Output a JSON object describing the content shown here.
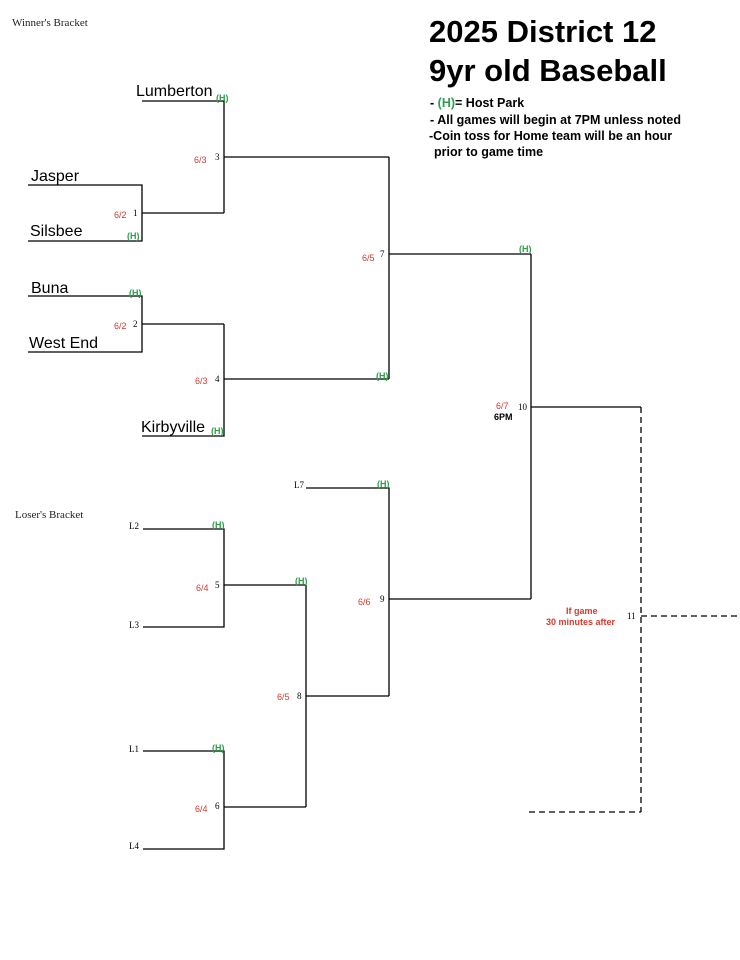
{
  "colors": {
    "host": "#2e9e4a",
    "date": "#d23b2f",
    "line": "#000000",
    "text": "#000000"
  },
  "header": {
    "section_winners": "Winner's Bracket",
    "title_line1": "2025 District 12",
    "title_line2": "9yr old Baseball"
  },
  "legend": {
    "dash1": "-",
    "host_code": "(H)",
    "host_text": "= Host Park",
    "dash2": "-",
    "note_start": "All games will begin at 7PM unless noted",
    "dash3": "-",
    "note_coin_1": "Coin toss for Home team will be an hour",
    "note_coin_2": "prior to game time"
  },
  "teams": {
    "lumberton": "Lumberton",
    "jasper": "Jasper",
    "silsbee": "Silsbee",
    "buna": "Buna",
    "west_end": "West End",
    "kirbyville": "Kirbyville"
  },
  "host_marks": {
    "lumberton": "(H)",
    "silsbee": "(H)",
    "buna": "(H)",
    "kirbyville": "(H)",
    "game4": "(H)",
    "game7": "(H)",
    "l7": "(H)",
    "l2": "(H)",
    "game5": "(H)",
    "l1": "(H)"
  },
  "games": {
    "g1": {
      "number": "1",
      "date": "6/2"
    },
    "g2": {
      "number": "2",
      "date": "6/2"
    },
    "g3": {
      "number": "3",
      "date": "6/3"
    },
    "g4": {
      "number": "4",
      "date": "6/3"
    },
    "g5": {
      "number": "5",
      "date": "6/4"
    },
    "g6": {
      "number": "6",
      "date": "6/4"
    },
    "g7": {
      "number": "7",
      "date": "6/5"
    },
    "g8": {
      "number": "8",
      "date": "6/5"
    },
    "g9": {
      "number": "9",
      "date": "6/6"
    },
    "g10": {
      "number": "10",
      "date": "6/7",
      "time": "6PM"
    },
    "g11": {
      "number": "11",
      "note_1": "If game",
      "note_2": "30 minutes after"
    }
  },
  "loser_bracket": {
    "section": "Loser's Bracket",
    "slots": {
      "l7": "L7",
      "l2": "L2",
      "l3": "L3",
      "l1": "L1",
      "l4": "L4"
    }
  }
}
